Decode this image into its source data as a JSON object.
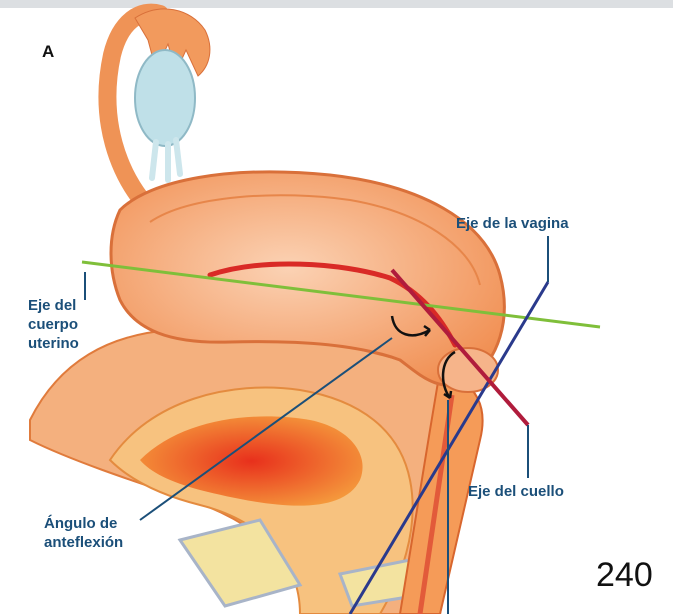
{
  "panel_label": "A",
  "labels": {
    "vaginal_axis": "Eje de la vagina",
    "uterine_body_axis": [
      "Eje del",
      "cuerpo",
      "uterino"
    ],
    "cervix_axis": "Eje del cuello",
    "anteflexion_angle": [
      "Ángulo de",
      "anteflexión"
    ]
  },
  "page_number": "240",
  "colors": {
    "label_text": "#1b4f79",
    "uterine_axis_line": "#7fbf3a",
    "vaginal_axis_line": "#2a3a8c",
    "cervix_axis_line": "#b01c3c",
    "tissue": "#f08a4b",
    "tissue_light": "#f6b48a",
    "ovary": "#bfe0e8",
    "bone": "#f3e3a0"
  }
}
